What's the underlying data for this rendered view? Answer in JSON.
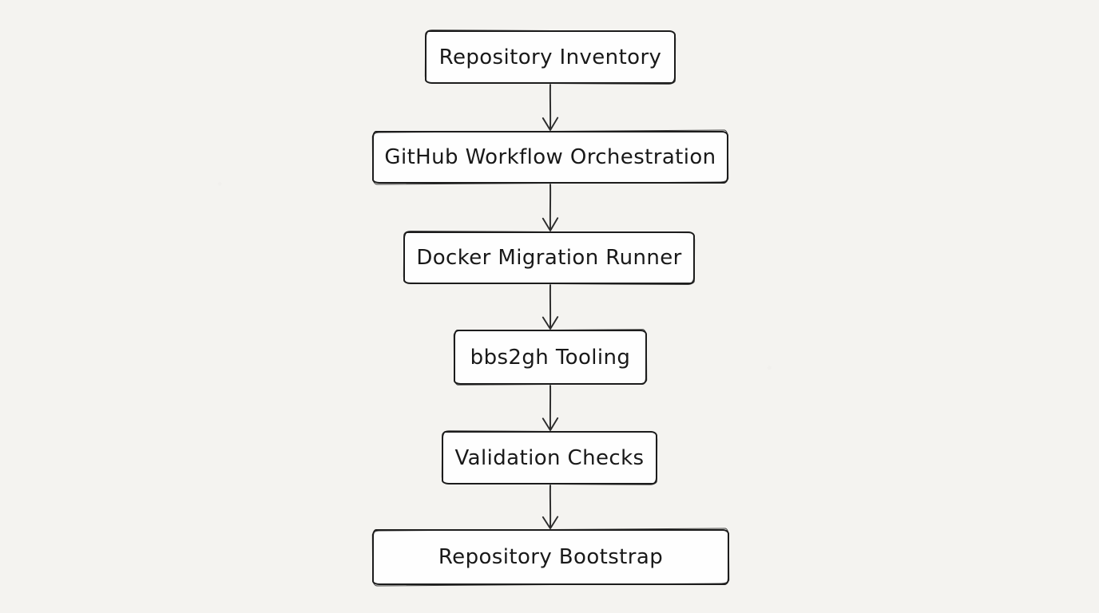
{
  "diagram": {
    "type": "flowchart",
    "direction": "top-down",
    "style": {
      "background_color": "#f4f3f0",
      "node_fill_color": "#fefefe",
      "node_stroke_color": "#1c1c1c",
      "arrow_color": "#2b2b2b",
      "text_color": "#191919",
      "stroke_style": "hand-drawn"
    },
    "nodes": [
      {
        "id": "repository-inventory",
        "label": "Repository Inventory"
      },
      {
        "id": "github-workflow-orchestration",
        "label": "GitHub Workflow Orchestration"
      },
      {
        "id": "docker-migration-runner",
        "label": "Docker Migration Runner"
      },
      {
        "id": "bbs2gh-tooling",
        "label": "bbs2gh Tooling"
      },
      {
        "id": "validation-checks",
        "label": "Validation Checks"
      },
      {
        "id": "repository-bootstrap",
        "label": "Repository Bootstrap"
      }
    ],
    "edges": [
      {
        "from": "repository-inventory",
        "to": "github-workflow-orchestration",
        "arrowhead": "open-v"
      },
      {
        "from": "github-workflow-orchestration",
        "to": "docker-migration-runner",
        "arrowhead": "open-v"
      },
      {
        "from": "docker-migration-runner",
        "to": "bbs2gh-tooling",
        "arrowhead": "open-v"
      },
      {
        "from": "bbs2gh-tooling",
        "to": "validation-checks",
        "arrowhead": "open-v"
      },
      {
        "from": "validation-checks",
        "to": "repository-bootstrap",
        "arrowhead": "open-v"
      }
    ]
  }
}
